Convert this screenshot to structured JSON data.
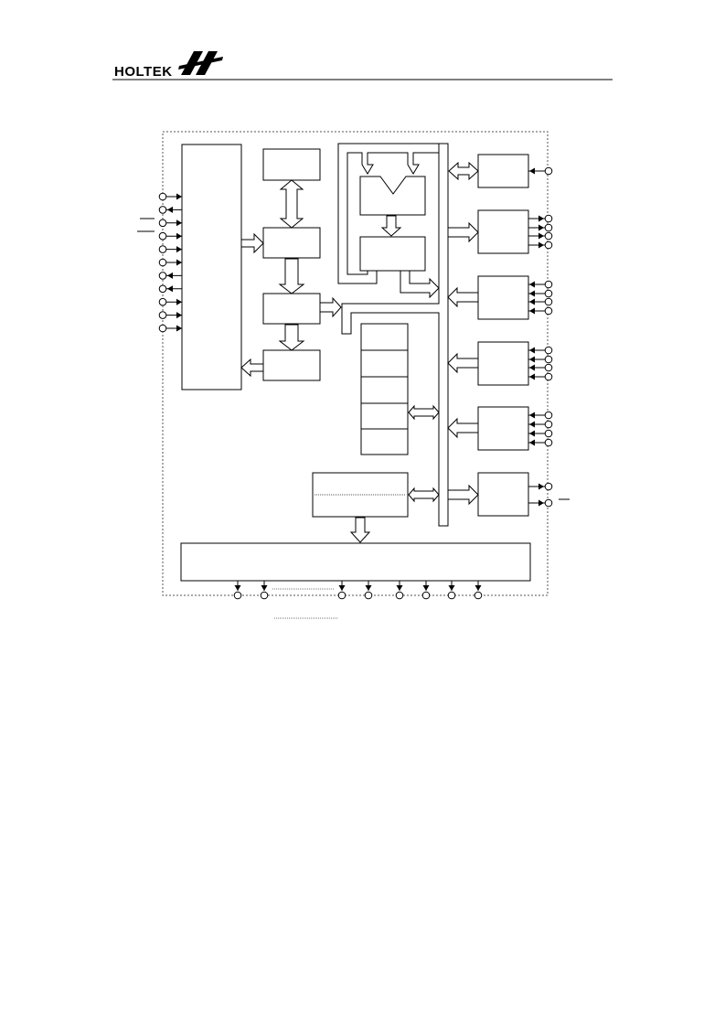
{
  "header": {
    "logo_text": "HOLTEK",
    "logo_icon": "holtek-double-h-logo-icon"
  },
  "diagram": {
    "title": "",
    "colors": {
      "line": "#000000",
      "background": "#ffffff",
      "dotted_border": "#555555"
    },
    "block_count_label": "",
    "left_pins": [
      {
        "direction": "in"
      },
      {
        "direction": "out"
      },
      {
        "direction": "in"
      },
      {
        "direction": "in"
      },
      {
        "direction": "in"
      },
      {
        "direction": "in"
      },
      {
        "direction": "out"
      },
      {
        "direction": "out"
      },
      {
        "direction": "in"
      },
      {
        "direction": "in"
      },
      {
        "direction": "in"
      }
    ],
    "right_groups": [
      {
        "pins": [
          "in"
        ]
      },
      {
        "pins": [
          "out",
          "out",
          "out",
          "out"
        ]
      },
      {
        "pins": [
          "in",
          "in",
          "in",
          "in"
        ]
      },
      {
        "pins": [
          "in",
          "in",
          "in",
          "in"
        ]
      },
      {
        "pins": [
          "in",
          "in",
          "in",
          "in"
        ]
      },
      {
        "pins": [
          "out",
          "out"
        ]
      }
    ],
    "bottom_pin_count": 8
  }
}
